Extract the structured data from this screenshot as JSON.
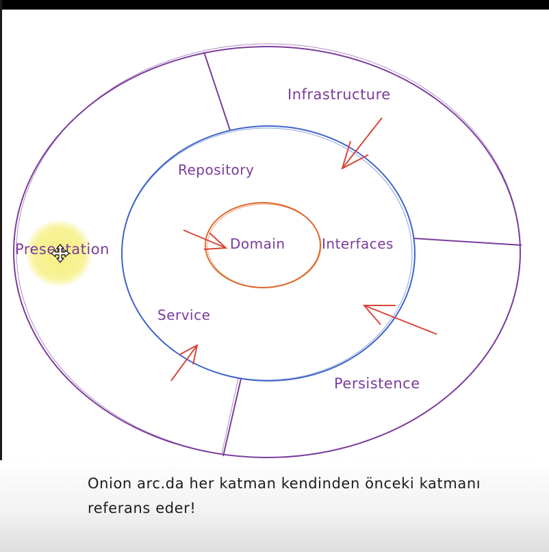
{
  "diagram": {
    "layers": {
      "outer": [
        "Infrastructure",
        "Presentation",
        "Persistence"
      ],
      "middle": [
        "Repository",
        "Service",
        "Interfaces"
      ],
      "core": "Domain"
    },
    "caption": {
      "line1": "Onion arc.da her katman kendinden önceki katmanı",
      "line2": "referans eder!"
    },
    "colors": {
      "outer_ring": "#7a3b9c",
      "middle_ring": "#3d63c9",
      "core_ring": "#e0682a",
      "arrows": "#d9443a"
    },
    "icons": {
      "cursor": "move-cursor-icon",
      "highlight": "cursor-highlight"
    }
  }
}
